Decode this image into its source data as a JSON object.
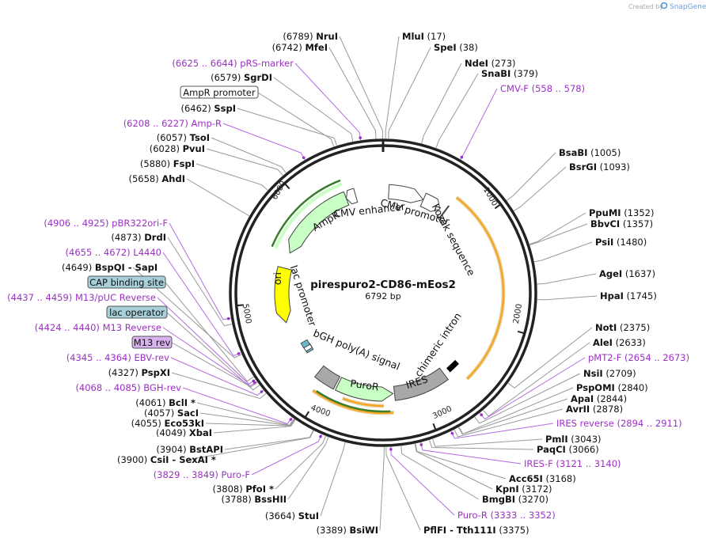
{
  "watermark": {
    "text": "Created by",
    "brand": "SnapGene"
  },
  "plasmid": {
    "name": "pirespuro2-CD86-mEos2",
    "length": "6792 bp",
    "length_bp": 6792
  },
  "ticks": [
    "1000",
    "2000",
    "3000",
    "4000",
    "5000",
    "6000"
  ],
  "features": [
    {
      "name": "CMV enhancer",
      "start": 61,
      "end": 440,
      "strand": 1,
      "color": "#ffffff"
    },
    {
      "name": "CMV promoter",
      "start": 441,
      "end": 644,
      "strand": 1,
      "color": "#ffffff"
    },
    {
      "name": "Kozak sequence",
      "start": 700,
      "end": 709,
      "strand": 0,
      "color": "#ffffff"
    },
    {
      "name": "chimeric intron",
      "start": 2500,
      "end": 2632,
      "strand": 0,
      "color": "#000000"
    },
    {
      "name": "IRES",
      "start": 2700,
      "end": 3274,
      "strand": 0,
      "color": "#a8a8a8"
    },
    {
      "name": "PuroR",
      "start": 3290,
      "end": 3889,
      "strand": -1,
      "color": "#c8ffc4"
    },
    {
      "name": "bGH poly(A) signal",
      "start": 3910,
      "end": 4134,
      "strand": 0,
      "color": "#a8a8a8"
    },
    {
      "name": "lac operator",
      "start": 4392,
      "end": 4408,
      "strand": 0,
      "color": "#6ab7c6"
    },
    {
      "name": "lac promoter",
      "start": 4416,
      "end": 4446,
      "strand": -1,
      "color": "#ffffff"
    },
    {
      "name": "CAP binding site",
      "start": 4461,
      "end": 4482,
      "strand": 0,
      "color": "#6ab7c6"
    },
    {
      "name": "ori",
      "start": 4770,
      "end": 5359,
      "strand": -1,
      "color": "#ffff00"
    },
    {
      "name": "AmpR",
      "start": 5530,
      "end": 6390,
      "strand": -1,
      "color": "#c8ffc4"
    },
    {
      "name": "AmpR promoter",
      "start": 6391,
      "end": 6495,
      "strand": -1,
      "color": "#ffffff"
    }
  ],
  "labels": [
    {
      "pos": "(6789)",
      "name": "NruI",
      "kind": "site",
      "site": 6789
    },
    {
      "pos": "(17)",
      "name": "MluI",
      "kind": "site",
      "site": 17
    },
    {
      "pos": "(6742)",
      "name": "MfeI",
      "kind": "site",
      "site": 6742
    },
    {
      "pos": "(38)",
      "name": "SpeI",
      "kind": "site",
      "site": 38
    },
    {
      "pos": "(6625 .. 6644)",
      "name": "pRS-marker",
      "kind": "primer",
      "site": 6634
    },
    {
      "pos": "(273)",
      "name": "NdeI",
      "kind": "site",
      "site": 273
    },
    {
      "pos": "(6579)",
      "name": "SgrDI",
      "kind": "site",
      "site": 6579
    },
    {
      "pos": "(379)",
      "name": "SnaBI",
      "kind": "site",
      "site": 379
    },
    {
      "pos": "",
      "name": "AmpR promoter",
      "kind": "box",
      "site": 6440
    },
    {
      "pos": "(558 .. 578)",
      "name": "CMV-F",
      "kind": "primer",
      "site": 568
    },
    {
      "pos": "(6462)",
      "name": "SspI",
      "kind": "site",
      "site": 6462
    },
    {
      "pos": "(6208 .. 6227)",
      "name": "Amp-R",
      "kind": "primer",
      "site": 6218
    },
    {
      "pos": "(6057)",
      "name": "TsoI",
      "kind": "site",
      "site": 6057
    },
    {
      "pos": "(6028)",
      "name": "PvuI",
      "kind": "site",
      "site": 6028
    },
    {
      "pos": "(1005)",
      "name": "BsaBI",
      "kind": "site",
      "site": 1005
    },
    {
      "pos": "(5880)",
      "name": "FspI",
      "kind": "site",
      "site": 5880
    },
    {
      "pos": "(1093)",
      "name": "BsrGI",
      "kind": "site",
      "site": 1093
    },
    {
      "pos": "(5658)",
      "name": "AhdI",
      "kind": "site",
      "site": 5658
    },
    {
      "pos": "(1352)",
      "name": "PpuMI",
      "kind": "site",
      "site": 1352
    },
    {
      "pos": "(1357)",
      "name": "BbvCI",
      "kind": "site",
      "site": 1357
    },
    {
      "pos": "(4906 .. 4925)",
      "name": "pBR322ori-F",
      "kind": "primer",
      "site": 4915
    },
    {
      "pos": "(4873)",
      "name": "DrdI",
      "kind": "site",
      "site": 4873
    },
    {
      "pos": "(1480)",
      "name": "PsiI",
      "kind": "site",
      "site": 1480
    },
    {
      "pos": "(4655 .. 4672)",
      "name": "L4440",
      "kind": "primer",
      "site": 4663
    },
    {
      "pos": "(4649)",
      "name": "BspQI",
      "name2": "- SapI",
      "kind": "site",
      "site": 4649
    },
    {
      "pos": "(1637)",
      "name": "AgeI",
      "kind": "site",
      "site": 1637
    },
    {
      "pos": "",
      "name": "CAP binding site",
      "kind": "box",
      "site": 4471
    },
    {
      "pos": "(1745)",
      "name": "HpaI",
      "kind": "site",
      "site": 1745
    },
    {
      "pos": "(4437 .. 4459)",
      "name": "M13/pUC Reverse",
      "kind": "primer",
      "site": 4448
    },
    {
      "pos": "",
      "name": "lac operator",
      "kind": "box",
      "site": 4400
    },
    {
      "pos": "(4424 .. 4440)",
      "name": "M13 Reverse",
      "kind": "primer",
      "site": 4432
    },
    {
      "pos": "(2375)",
      "name": "NotI",
      "kind": "site",
      "site": 2375
    },
    {
      "pos": "",
      "name": "M13 rev",
      "kind": "box",
      "site": 4425
    },
    {
      "pos": "(2633)",
      "name": "AleI",
      "kind": "site",
      "site": 2633
    },
    {
      "pos": "(4345 .. 4364)",
      "name": "EBV-rev",
      "kind": "primer",
      "site": 4355
    },
    {
      "pos": "(2654 .. 2673)",
      "name": "pMT2-F",
      "kind": "primer",
      "site": 2663
    },
    {
      "pos": "(4327)",
      "name": "PspXI",
      "kind": "site",
      "site": 4327
    },
    {
      "pos": "(2709)",
      "name": "NsiI",
      "kind": "site",
      "site": 2709
    },
    {
      "pos": "(4068 .. 4085)",
      "name": "BGH-rev",
      "kind": "primer",
      "site": 4077
    },
    {
      "pos": "(2840)",
      "name": "PspOMI",
      "kind": "site",
      "site": 2840
    },
    {
      "pos": "(2844)",
      "name": "ApaI",
      "kind": "site",
      "site": 2844
    },
    {
      "pos": "(4061)",
      "name": "BclI *",
      "kind": "site",
      "site": 4061
    },
    {
      "pos": "(2878)",
      "name": "AvrII",
      "kind": "site",
      "site": 2878
    },
    {
      "pos": "(4057)",
      "name": "SacI",
      "kind": "site",
      "site": 4057
    },
    {
      "pos": "(4055)",
      "name": "Eco53kI",
      "kind": "site",
      "site": 4055
    },
    {
      "pos": "(2894 .. 2911)",
      "name": "IRES reverse",
      "kind": "primer",
      "site": 2902
    },
    {
      "pos": "(4049)",
      "name": "XbaI",
      "kind": "site",
      "site": 4049
    },
    {
      "pos": "(3043)",
      "name": "PmlI",
      "kind": "site",
      "site": 3043
    },
    {
      "pos": "(3066)",
      "name": "PaqCI",
      "kind": "site",
      "site": 3066
    },
    {
      "pos": "(3904)",
      "name": "BstAPI",
      "kind": "site",
      "site": 3904
    },
    {
      "pos": "(3900)",
      "name": "CsiI",
      "name2": "- SexAI *",
      "kind": "site",
      "site": 3900
    },
    {
      "pos": "(3121 .. 3140)",
      "name": "IRES-F",
      "kind": "primer",
      "site": 3130
    },
    {
      "pos": "(3829 .. 3849)",
      "name": "Puro-F",
      "kind": "primer",
      "site": 3839
    },
    {
      "pos": "(3168)",
      "name": "Acc65I",
      "kind": "site",
      "site": 3168
    },
    {
      "pos": "(3808)",
      "name": "PfoI *",
      "kind": "site",
      "site": 3808
    },
    {
      "pos": "(3172)",
      "name": "KpnI",
      "kind": "site",
      "site": 3172
    },
    {
      "pos": "(3788)",
      "name": "BssHII",
      "kind": "site",
      "site": 3788
    },
    {
      "pos": "(3270)",
      "name": "BmgBI",
      "kind": "site",
      "site": 3270
    },
    {
      "pos": "(3333 .. 3352)",
      "name": "Puro-R",
      "kind": "primer",
      "site": 3342
    },
    {
      "pos": "(3664)",
      "name": "StuI",
      "kind": "site",
      "site": 3664
    },
    {
      "pos": "(3389)",
      "name": "BsiWI",
      "kind": "site",
      "site": 3389
    },
    {
      "pos": "PflFI",
      "name": "- Tth111I",
      "pos2": "(3375)",
      "kind": "site2",
      "site": 3375
    }
  ],
  "colors": {
    "primer": "#9b30c4",
    "ring": "#222222",
    "orf_arc": "#f5a623",
    "box_gray": "#eeeeee",
    "box_blue": "#a8d0d9",
    "box_purple": "#d9b3f0"
  }
}
